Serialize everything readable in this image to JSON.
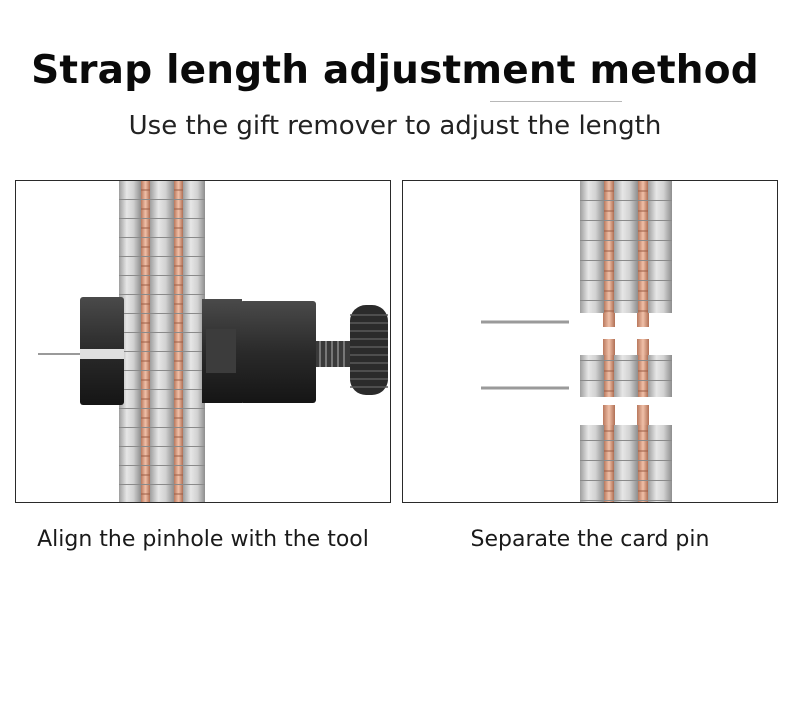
{
  "header": {
    "title": "Strap length adjustment method",
    "subtitle": "Use the gift remover to adjust the length"
  },
  "steps": [
    {
      "caption": "Align the pinhole with the tool",
      "illustration": "strap-on-pin-remover-tool"
    },
    {
      "caption": "Separate the card pin",
      "illustration": "strap-with-removed-link"
    }
  ],
  "colors": {
    "silver": "#c9c9c9",
    "rose_gold": "#d99a7e",
    "tool_black": "#2b2b2b",
    "frame": "#2a2a2a"
  }
}
